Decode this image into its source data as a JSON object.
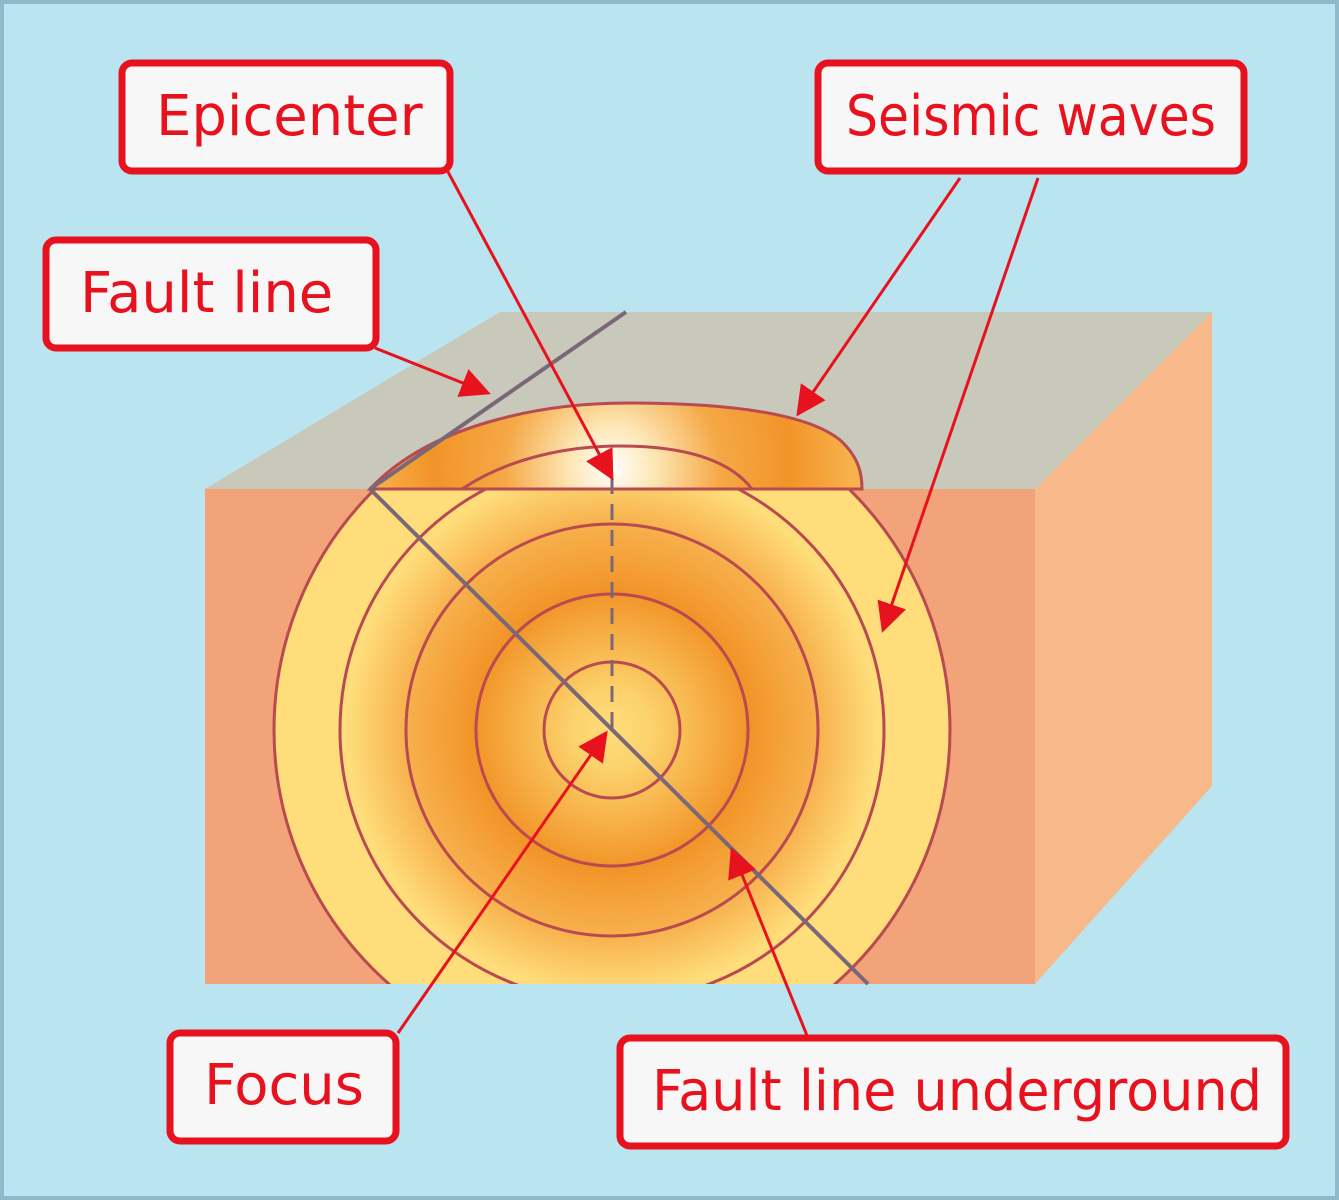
{
  "labels": {
    "epicenter": "Epicenter",
    "seismic_waves": "Seismic waves",
    "fault_line": "Fault line",
    "focus": "Focus",
    "fault_line_underground": "Fault line underground"
  },
  "colors": {
    "background": "#b9e4f0",
    "frame": "#8fb8c8",
    "block_top": "#c9c9bb",
    "block_front": "#f3a37a",
    "block_side": "#f7b88a",
    "wave_light": "#fedd7a",
    "wave_dark": "#f29428",
    "wave_line": "#b84a50",
    "fault": "#7a6878",
    "label_border": "#e8121e",
    "label_fill": "#f7f7f7",
    "arrow": "#e8121e"
  }
}
